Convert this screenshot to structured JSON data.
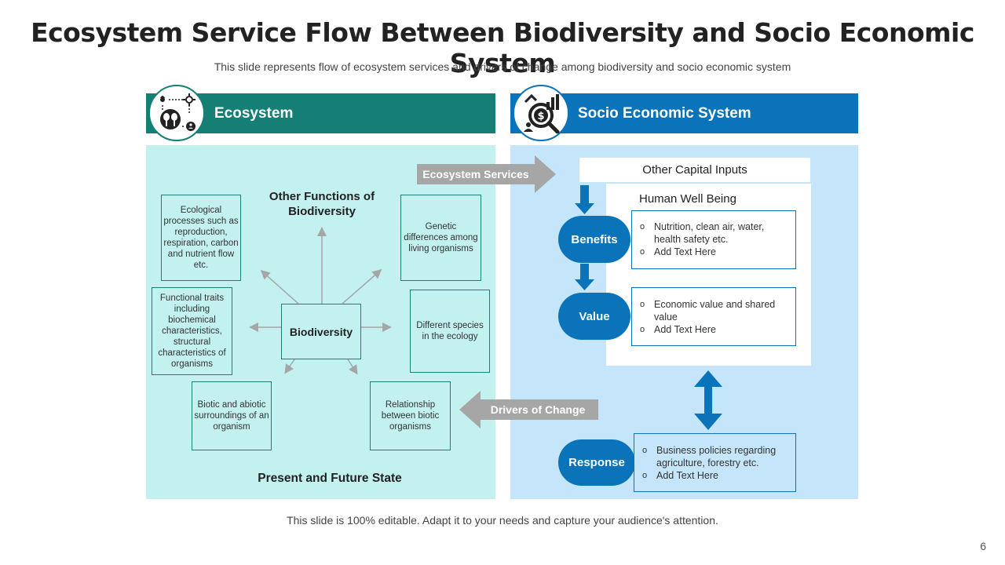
{
  "header": {
    "title": "Ecosystem Service Flow Between Biodiversity and Socio Economic System",
    "subtitle": "This slide represents flow of ecosystem services and drivers of change among biodiversity and socio economic system"
  },
  "ecosystem": {
    "header_label": "Ecosystem",
    "icon": "ecosystem-icon",
    "center_label": "Biodiversity",
    "top_label": "Other Functions of Biodiversity",
    "bottom_label": "Present and Future State",
    "boxes": {
      "ecological": "Ecological processes such as reproduction, respiration, carbon and nutrient flow etc.",
      "functional": "Functional traits including biochemical characteristics, structural characteristics of organisms",
      "biotic": "Biotic and abiotic surroundings of an organism",
      "genetic": "Genetic differences among living organisms",
      "species": "Different species in the ecology",
      "relationship": "Relationship between biotic organisms"
    }
  },
  "socio": {
    "header_label": "Socio Economic System",
    "icon": "finance-analysis-icon",
    "capital_inputs": "Other Capital Inputs",
    "wellbeing_title": "Human Well Being",
    "benefits": {
      "label": "Benefits",
      "items": [
        "Nutrition, clean air, water, health safety etc.",
        "Add Text Here"
      ]
    },
    "value": {
      "label": "Value",
      "items": [
        "Economic value  and shared value",
        "Add Text Here"
      ]
    },
    "response": {
      "label": "Response",
      "items": [
        "Business policies regarding agriculture, forestry etc.",
        "Add Text Here"
      ]
    }
  },
  "flows": {
    "ecosystem_services": "Ecosystem Services",
    "drivers_of_change": "Drivers of Change"
  },
  "colors": {
    "ecosystem_teal": "#157f76",
    "socio_blue": "#0b73b9",
    "ecosystem_panel": "#c2f1ef",
    "socio_panel": "#c5e6fa",
    "flow_arrow_gray": "#a6a6a6"
  },
  "footer": {
    "note": "This slide is 100% editable. Adapt it to your needs and capture your audience's attention.",
    "page_number": "6"
  }
}
